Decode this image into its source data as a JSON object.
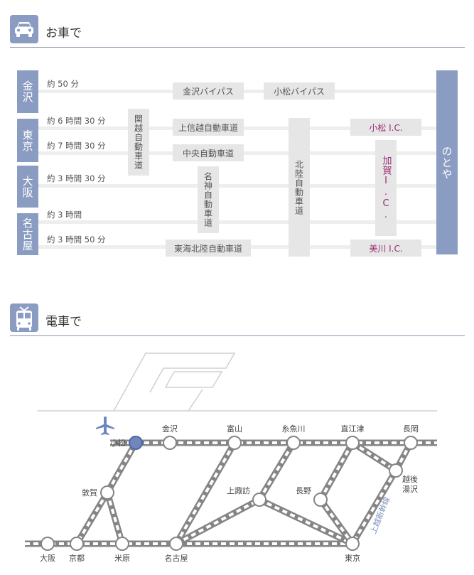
{
  "car_section": {
    "title": "お車で",
    "icon": "car-icon",
    "cities": [
      {
        "name": "金沢",
        "routes": [
          "約 50 分"
        ]
      },
      {
        "name": "東京",
        "routes": [
          "約 6 時間 30 分",
          "約 7 時間 30 分"
        ]
      },
      {
        "name": "大阪",
        "routes": [
          "約 3 時間 30 分"
        ]
      },
      {
        "name": "名古屋",
        "routes": [
          "約 3 時間",
          "約 3 時間 50 分"
        ]
      }
    ],
    "roads": {
      "kanazawa_bypass": "金沢バイパス",
      "komatsu_bypass": "小松バイパス",
      "kanetsu": "関越自動車道",
      "joshinetsu": "上信越自動車道",
      "chuo": "中央自動車道",
      "meishin": "名神自動車道",
      "tokai_hokuriku": "東海北陸自動車道",
      "hokuriku": "北陸自動車道",
      "komatsu_ic": "小松 I.C.",
      "kaga_ic": "加賀I.C.",
      "mikawa_ic": "美川 I.C."
    },
    "destination": "のとや"
  },
  "train_section": {
    "title": "電車で",
    "icon": "train-icon",
    "stations": [
      "小松",
      "金沢",
      "富山",
      "糸魚川",
      "直江津",
      "長岡",
      "越後湯沢",
      "敦賀",
      "上諏訪",
      "長野",
      "大阪",
      "京都",
      "米原",
      "名古屋",
      "東京"
    ],
    "line_label": "上越新幹線",
    "airport_icon": "airplane-icon",
    "highlight_color": "#6f87bd"
  }
}
